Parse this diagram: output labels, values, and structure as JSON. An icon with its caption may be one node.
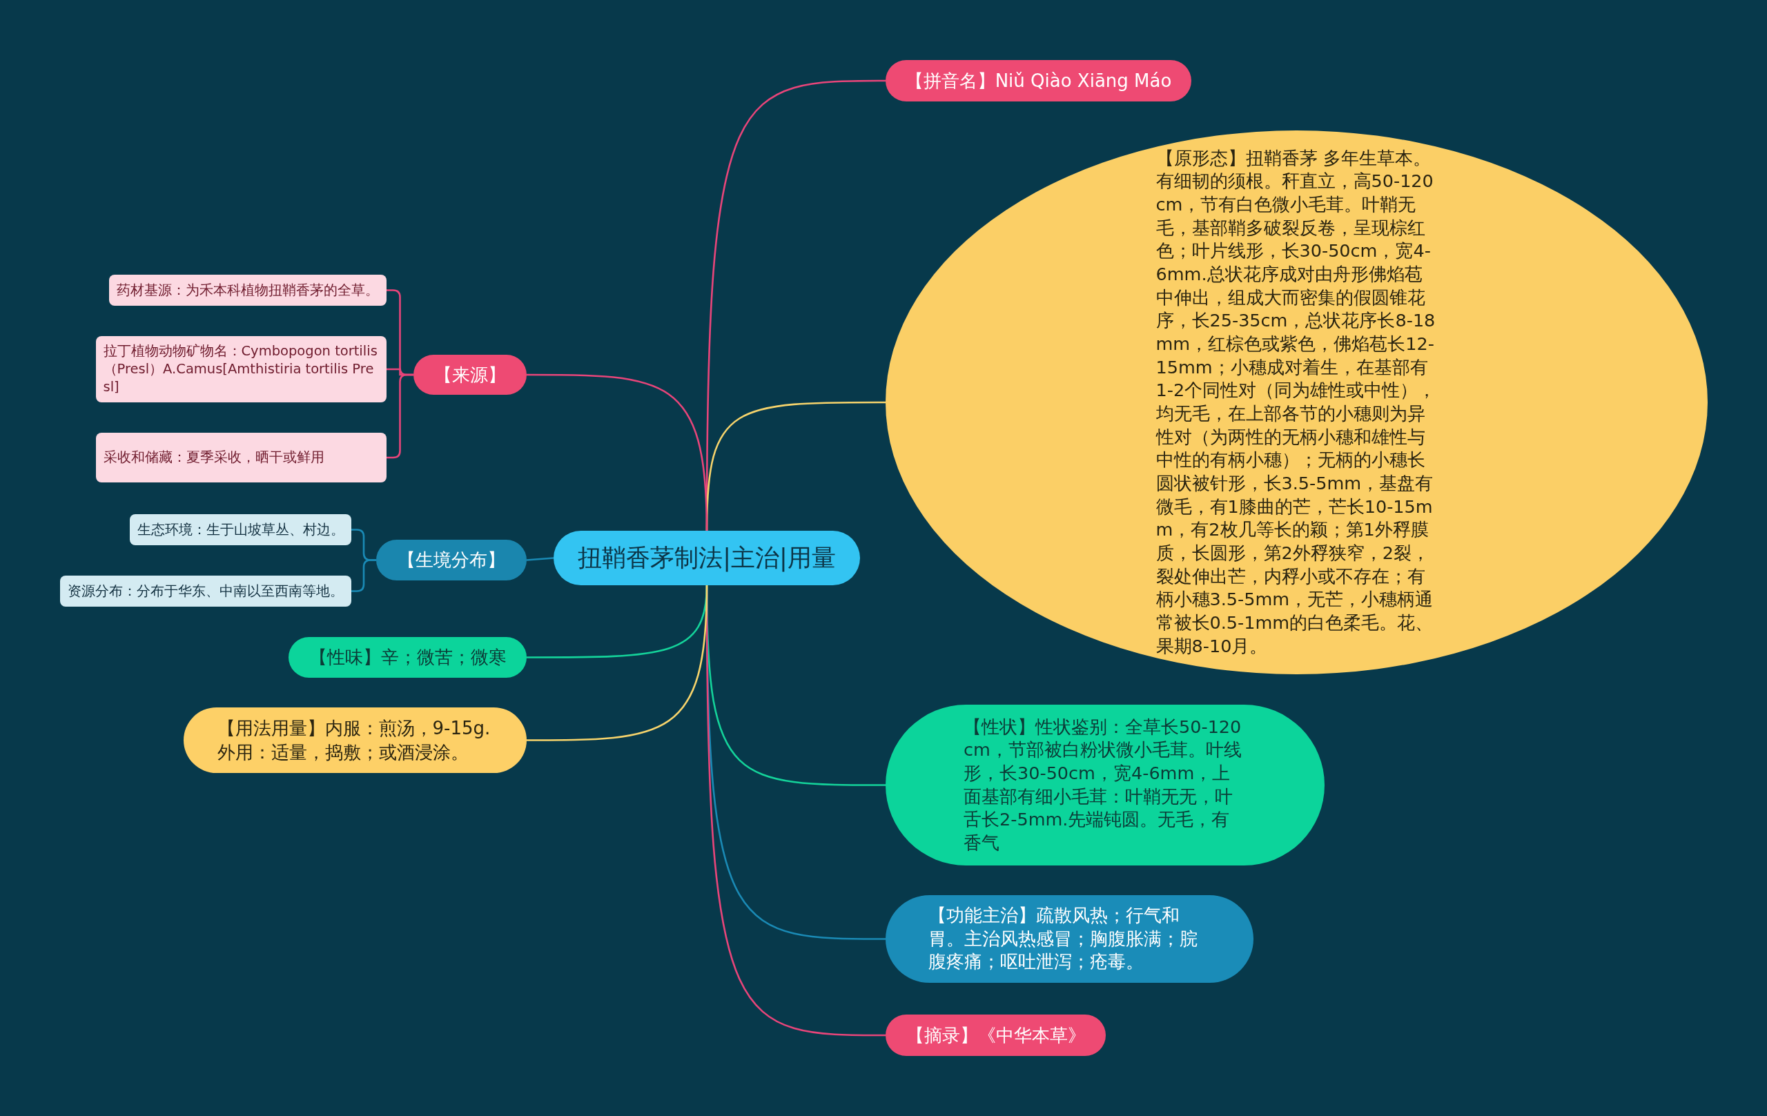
{
  "diagram": {
    "nodes": [
      {
        "text": [
          "扭鞘香茅制法|主治|用量"
        ]
      },
      {
        "text": [
          "【拼音名】Niǔ Qiào Xiāng Máo"
        ]
      },
      {
        "text": [
          "【原形态】扭鞘香茅 多年生草本。有细韧的须根。秆直立，高50-120cm，节有白色微小毛茸。叶鞘无毛，基部鞘多破裂反卷，呈现棕红色；叶片线形，长30-50cm，宽4-6mm.总状花序成对由舟形佛焰苞中伸出，组成大而密集的假圆锥花序，长25-35cm，总状花序长8-18mm，红棕色或紫色，佛焰苞长12-15mm；小穗成对着生，在基部有1-2个同性对（同为雄性或中性），均无毛，在上部各节的小穗则为异性对（为两性的无柄小穗和雄性与中性的有柄小穗）；无柄的小穗长圆状被针形，长3.5-5mm，基盘有微毛，有1膝曲的芒，芒长10-15mm，有2枚几等长的颖；第1外稃膜质，长圆形，第2外稃狭窄，2裂，裂处伸出芒，内稃小或不存在；有柄小穗3.5-5mm，无芒，小穗柄通常被长0.5-1mm的白色柔毛。花、果期8-10月。"
        ]
      },
      {
        "text": [
          "【性状】性状鉴别：全草长50-120cm，节部被白粉状微小毛茸。叶线形，长30-50cm，宽4-6mm，上面基部有细小毛茸：叶鞘无无，叶舌长2-5mm.先端钝圆。无毛，有香气"
        ]
      },
      {
        "text": [
          "【功能主治】疏散风热；行气和胃。主治风热感冒；胸腹胀满；脘腹疼痛；呕吐泄泻；疮毒。"
        ]
      },
      {
        "text": [
          "【摘录】《中华本草》"
        ]
      },
      {
        "text": [
          "【来源】"
        ]
      },
      {
        "text": [
          "药材基源：为禾本科植物扭鞘香茅的全草。"
        ]
      },
      {
        "text": [
          "拉丁植物动物矿物名：Cymbopogon tortilis（Presl）A.Camus[Amthistiria tortilis Presl]"
        ]
      },
      {
        "text": [
          "采收和储藏：夏季采收，晒干或鲜用"
        ]
      },
      {
        "text": [
          "【生境分布】"
        ]
      },
      {
        "text": [
          "生态环境：生于山坡草丛、村边。"
        ]
      },
      {
        "text": [
          "资源分布：分布于华东、中南以至西南等地。"
        ]
      },
      {
        "text": [
          "【性味】辛；微苦；微寒"
        ]
      },
      {
        "text": [
          "【用法用量】内服：煎汤，9-15g. 外用：适量，捣敷；或酒浸涂。"
        ]
      }
    ],
    "edges": [
      {
        "from": 0,
        "to": 1,
        "arrow": "none"
      },
      {
        "from": 0,
        "to": 2,
        "arrow": "none",
        "color": "#f7d46c"
      },
      {
        "from": 0,
        "to": 3,
        "arrow": "none",
        "color": "#14d39a"
      },
      {
        "from": 0,
        "to": 4,
        "arrow": "none",
        "color": "#1a8ab5"
      },
      {
        "from": 0,
        "to": 5,
        "arrow": "none"
      },
      {
        "from": 0,
        "to": 6,
        "arrow": "none"
      },
      {
        "from": 6,
        "to": 7,
        "arrow": "none"
      },
      {
        "from": 6,
        "to": 8,
        "arrow": "none"
      },
      {
        "from": 6,
        "to": 9,
        "arrow": "none"
      },
      {
        "from": 0,
        "to": 10,
        "arrow": "none",
        "color": "#1a8ab5"
      },
      {
        "from": 10,
        "to": 11,
        "arrow": "none",
        "color": "#1a8ab5"
      },
      {
        "from": 10,
        "to": 12,
        "arrow": "none",
        "color": "#1a8ab5"
      },
      {
        "from": 0,
        "to": 13,
        "arrow": "none",
        "color": "#14d39a"
      },
      {
        "from": 0,
        "to": 14,
        "arrow": "none",
        "color": "#f7d46c"
      }
    ]
  }
}
